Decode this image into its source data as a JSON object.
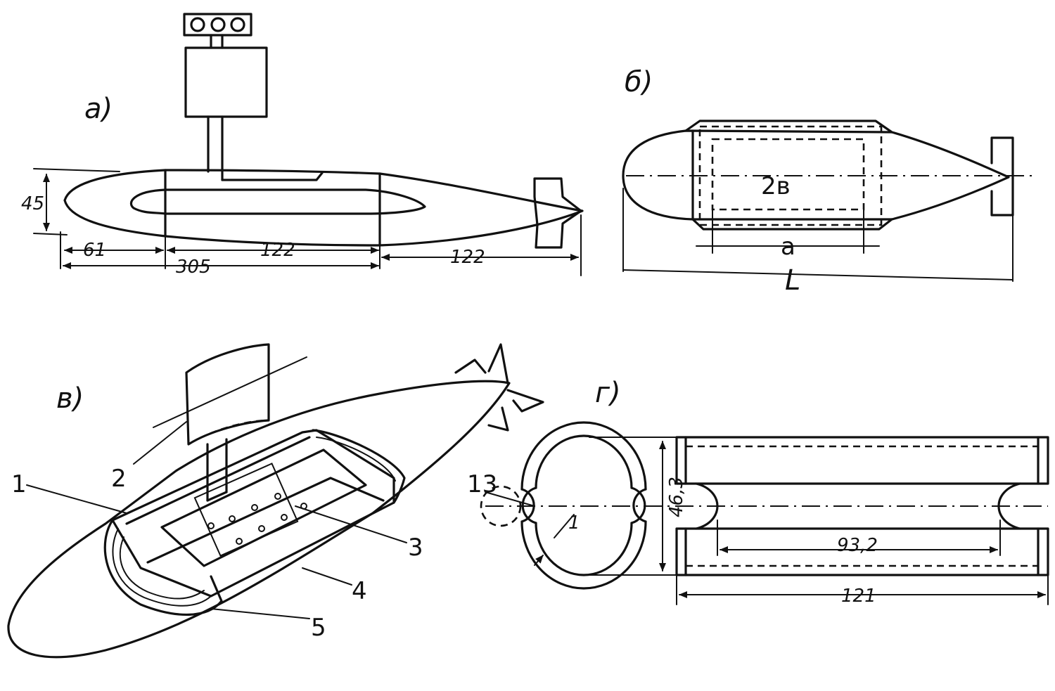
{
  "views": {
    "a": {
      "label": "а)",
      "dims": {
        "height": "45",
        "front": "61",
        "middle": "122",
        "rear": "122",
        "total": "305"
      }
    },
    "b": {
      "label": "б)",
      "dims": {
        "inner": "2в",
        "a": "a",
        "L": "L"
      }
    },
    "v": {
      "label": "в)",
      "callouts": [
        "1",
        "2",
        "3",
        "4",
        "5"
      ]
    },
    "g": {
      "label": "г)",
      "dims": {
        "callout_13": "13",
        "callout_1": "1",
        "height": "46,3",
        "inner": "93,2",
        "total": "121"
      }
    }
  }
}
